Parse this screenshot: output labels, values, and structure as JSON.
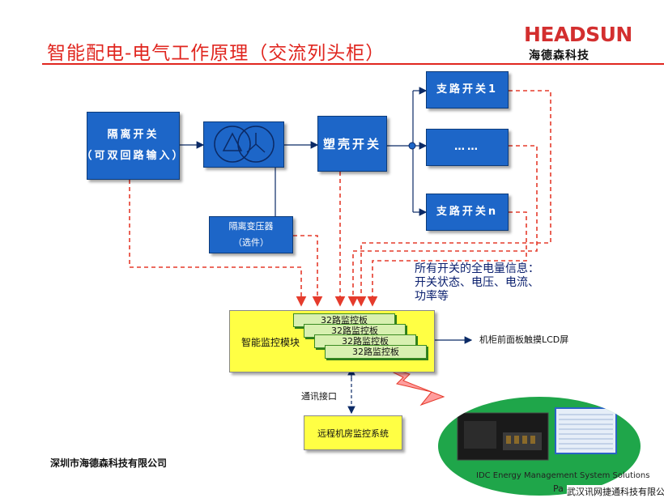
{
  "slide": {
    "title": "智能配电-电气工作原理（交流列头柜）",
    "company": "深圳市海德森科技有限公司",
    "tagline": "IDC Energy Management System Solutions",
    "page_label": "Pa",
    "watermark": "武汉讯网捷通科技有限公司"
  },
  "logo": {
    "brand": "HEADSUN",
    "brand_cn": "海德森科技"
  },
  "diagram": {
    "isolation_switch": {
      "line1": "隔离开关",
      "line2": "（可双回路输入）"
    },
    "molded_case_switch": "塑壳开关",
    "branch_1": "支路开关1",
    "branch_mid": "……",
    "branch_n": "支路开关n",
    "isolation_transformer": {
      "line1": "隔离变压器",
      "line2": "（选件）"
    },
    "info_text": [
      "所有开关的全电量信息：",
      "开关状态、电压、电流、",
      "功率等"
    ],
    "monitor_module": "智能监控模块",
    "boards": [
      "32路监控板",
      "32路监控板",
      "32路监控板",
      "32路监控板"
    ],
    "lcd_screen": "机柜前面板触摸LCD屏",
    "comm_interface": "通讯接口",
    "remote_system": "远程机房监控系统"
  },
  "colors": {
    "title_red": "#e0261f",
    "box_blue": "#1d66c8",
    "module_yellow": "#ffff44",
    "board_green": "#d8f0b0",
    "dashed_red": "#e53b2c",
    "line_navy": "#0b2a66"
  }
}
